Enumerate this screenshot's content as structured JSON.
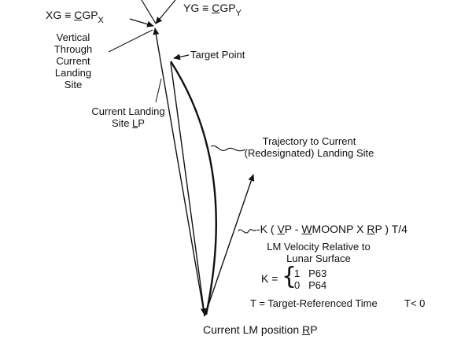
{
  "labels": {
    "xg_main": "XG ≡ ",
    "xg_cgp": "C",
    "xg_cgp_rest": "GP",
    "xg_sub": "X",
    "yg_main": "YG ≡ ",
    "yg_cgp": "C",
    "yg_cgp_rest": "GP",
    "yg_sub": "Y",
    "vertical_line1": "Vertical",
    "vertical_line2": "Through",
    "vertical_line3": "Current",
    "vertical_line4": "Landing",
    "vertical_line5": "Site",
    "target_point": "Target Point",
    "landing_site_line1": "Current Landing",
    "landing_site_line2_pre": "Site ",
    "landing_site_line2_u": "L",
    "landing_site_line2_post": "P",
    "trajectory_line1": "Trajectory to Current",
    "trajectory_line2": "(Redesignated) Landing Site",
    "velocity_expr_1": "-K ( ",
    "velocity_expr_v": "V",
    "velocity_expr_2": "P - ",
    "velocity_expr_w": "W",
    "velocity_expr_3": "MOONP  X  ",
    "velocity_expr_r": "R",
    "velocity_expr_4": "P )  T/4",
    "lm_velocity_line1": "LM Velocity Relative to",
    "lm_velocity_line2": "Lunar Surface",
    "k_eq": "K =",
    "k_case1_value": "1",
    "k_case1_label": "P63",
    "k_case2_value": "0",
    "k_case2_label": "P64",
    "t_def": "T = Target-Referenced Time",
    "t_cond": "T< 0",
    "lm_position_pre": "Current LM position ",
    "lm_position_u": "R",
    "lm_position_post": "P"
  }
}
